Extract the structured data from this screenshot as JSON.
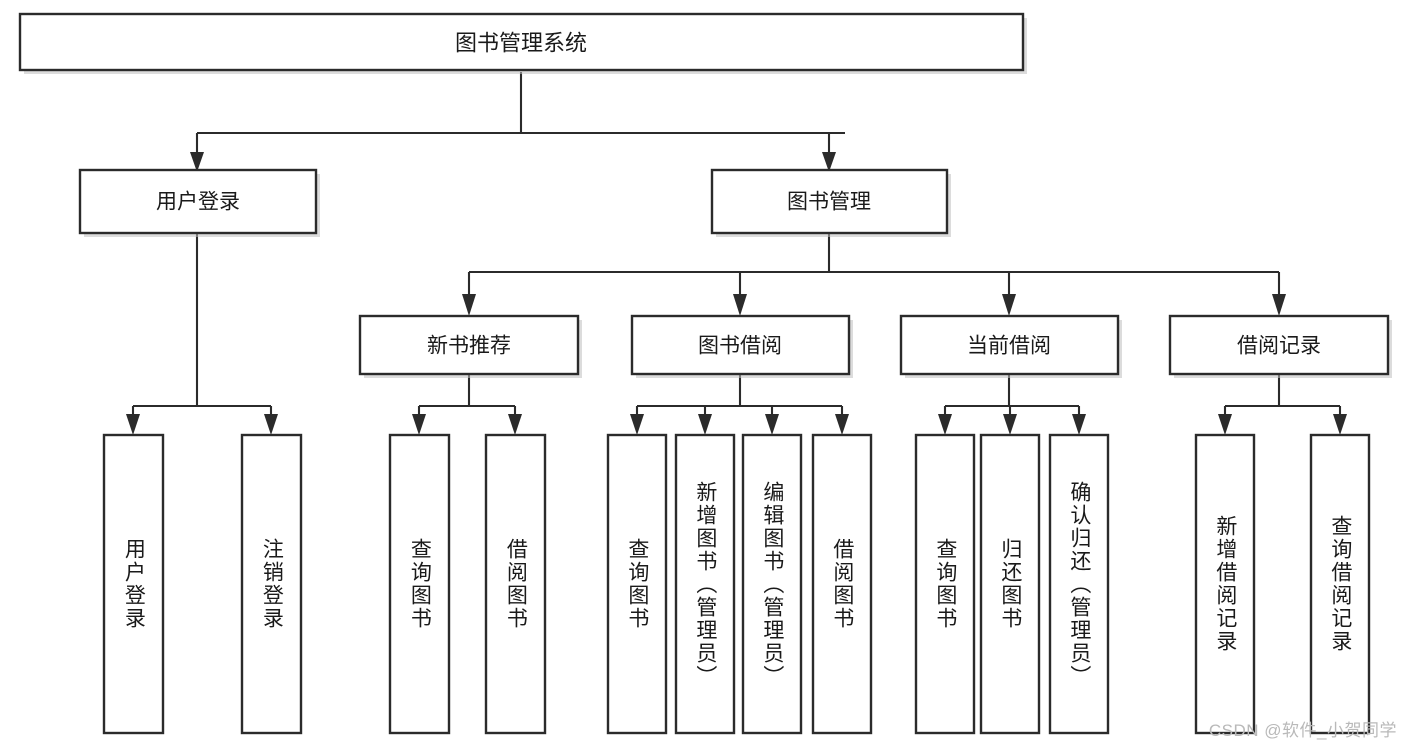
{
  "diagram": {
    "type": "tree",
    "title": "图书管理系统",
    "orientation": "top-down",
    "colors": {
      "box_fill": "#ffffff",
      "box_stroke": "#2b2b2b",
      "text": "#1a1a1a",
      "watermark": "#b9b9b9",
      "background": "#ffffff"
    },
    "levels": {
      "level1": [
        {
          "id": "root",
          "label": "图书管理系统",
          "orientation": "horizontal"
        }
      ],
      "level2": [
        {
          "id": "user-login",
          "label": "用户登录",
          "orientation": "horizontal"
        },
        {
          "id": "book-management",
          "label": "图书管理",
          "orientation": "horizontal"
        }
      ],
      "level3": [
        {
          "id": "new-book-recommend",
          "label": "新书推荐",
          "orientation": "horizontal"
        },
        {
          "id": "book-borrow",
          "label": "图书借阅",
          "orientation": "horizontal"
        },
        {
          "id": "current-borrow",
          "label": "当前借阅",
          "orientation": "horizontal"
        },
        {
          "id": "borrow-record",
          "label": "借阅记录",
          "orientation": "horizontal"
        }
      ],
      "level4": [
        {
          "id": "leaf-user-login",
          "parent": "user-login",
          "label": "用户登录",
          "orientation": "vertical"
        },
        {
          "id": "leaf-logout",
          "parent": "user-login",
          "label": "注销登录",
          "orientation": "vertical"
        },
        {
          "id": "leaf-query-book-1",
          "parent": "new-book-recommend",
          "label": "查询图书",
          "orientation": "vertical"
        },
        {
          "id": "leaf-borrow-book-1",
          "parent": "new-book-recommend",
          "label": "借阅图书",
          "orientation": "vertical"
        },
        {
          "id": "leaf-query-book-2",
          "parent": "book-borrow",
          "label": "查询图书",
          "orientation": "vertical"
        },
        {
          "id": "leaf-add-book",
          "parent": "book-borrow",
          "label": "新增图书（管理员）",
          "orientation": "vertical"
        },
        {
          "id": "leaf-edit-book",
          "parent": "book-borrow",
          "label": "编辑图书（管理员）",
          "orientation": "vertical"
        },
        {
          "id": "leaf-borrow-book-2",
          "parent": "book-borrow",
          "label": "借阅图书",
          "orientation": "vertical"
        },
        {
          "id": "leaf-query-book-3",
          "parent": "current-borrow",
          "label": "查询图书",
          "orientation": "vertical"
        },
        {
          "id": "leaf-return-book",
          "parent": "current-borrow",
          "label": "归还图书",
          "orientation": "vertical"
        },
        {
          "id": "leaf-confirm-return",
          "parent": "current-borrow",
          "label": "确认归还（管理员）",
          "orientation": "vertical"
        },
        {
          "id": "leaf-add-record",
          "parent": "borrow-record",
          "label": "新增借阅记录",
          "orientation": "vertical"
        },
        {
          "id": "leaf-query-record",
          "parent": "borrow-record",
          "label": "查询借阅记录",
          "orientation": "vertical"
        }
      ]
    }
  },
  "watermark": {
    "text": "CSDN @软件_小贺同学"
  }
}
